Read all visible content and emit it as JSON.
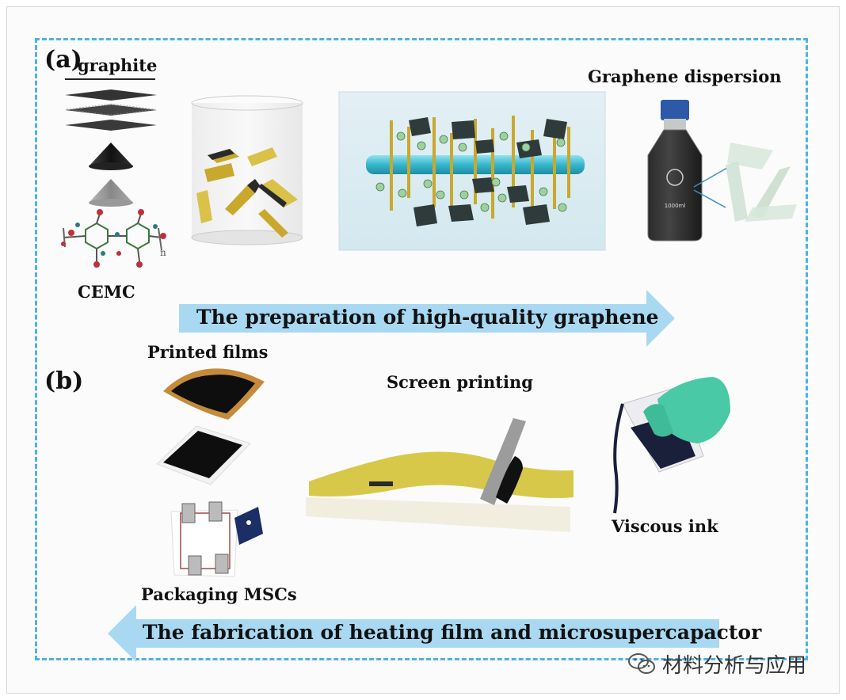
{
  "panels": {
    "a": {
      "letter": "(a)",
      "graphite_label": "graphite",
      "cemc_label": "CEMC",
      "dispersion_label": "Graphene dispersion",
      "bottle_text": "1000ml",
      "polymer_subscript": "n",
      "arrow_text": "The preparation  of high-quality graphene"
    },
    "b": {
      "letter": "(b)",
      "printed_films_label": "Printed films",
      "screen_printing_label": "Screen printing",
      "viscous_ink_label": "Viscous ink",
      "packaging_label": "Packaging MSCs",
      "arrow_text": "The fabrication of heating film and microsupercapactor"
    }
  },
  "watermark": {
    "text": "材料分析与应用",
    "icon": "wechat-icon"
  },
  "colors": {
    "dashed_border": "#4db3e6",
    "arrow_fill": "#a9d9f2",
    "flake_gold": "#d9c14a",
    "rod_blue": "#4cc4d8",
    "film_black": "#0e0e0e",
    "substrate_yellow": "#d8c84a"
  }
}
